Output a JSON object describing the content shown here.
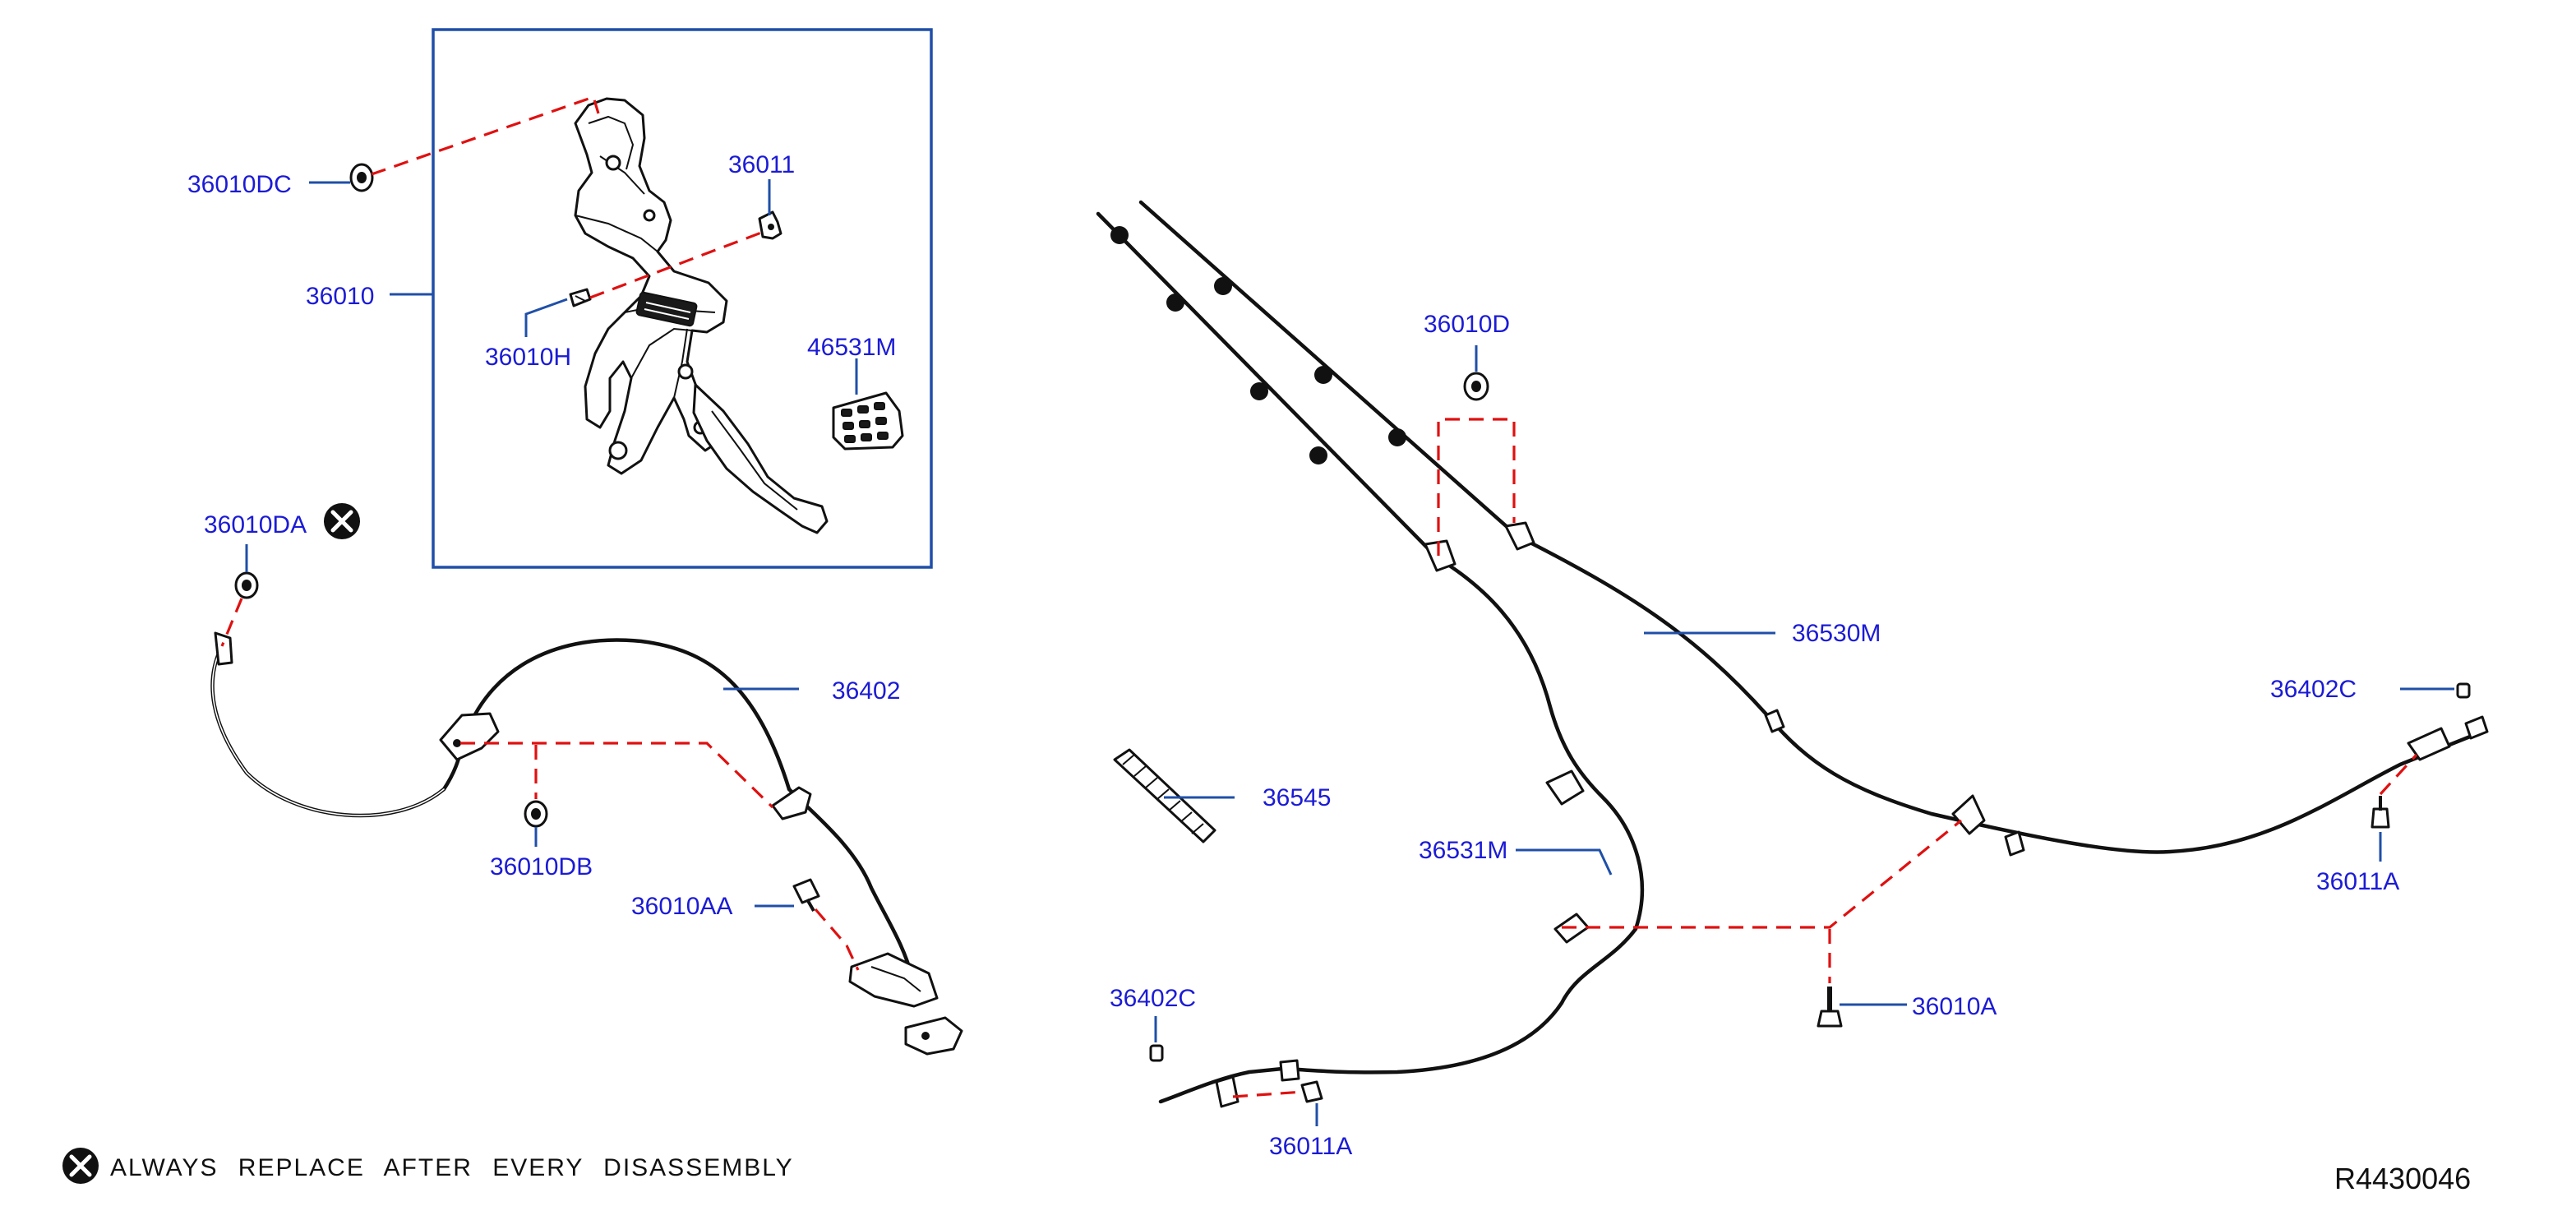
{
  "diagram": {
    "callouts": {
      "c_36010DC": "36010DC",
      "c_36010": "36010",
      "c_36011": "36011",
      "c_36010H": "36010H",
      "c_46531M": "46531M",
      "c_36010DA": "36010DA",
      "c_36402": "36402",
      "c_36010DB": "36010DB",
      "c_36010AA": "36010AA",
      "c_36010D": "36010D",
      "c_36530M": "36530M",
      "c_36545": "36545",
      "c_36531M": "36531M",
      "c_36402C_right": "36402C",
      "c_36011A_right": "36011A",
      "c_36010A": "36010A",
      "c_36402C_left": "36402C",
      "c_36011A_bottom": "36011A"
    },
    "legend": {
      "text": "ALWAYS REPLACE AFTER EVERY DISASSEMBLY",
      "icon": "x-circle-icon"
    },
    "reference_code": "R4430046",
    "colors": {
      "callout_text": "#1b1bd6",
      "leader_line": "#1f4fa8",
      "dashed_guide": "#e01010",
      "inset_frame": "#1f4fa8",
      "line_art": "#111111"
    }
  }
}
